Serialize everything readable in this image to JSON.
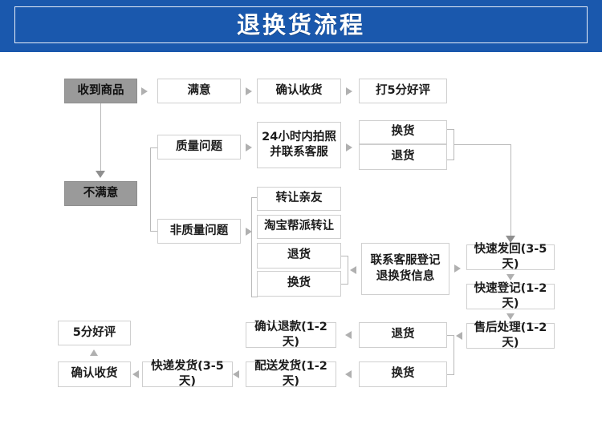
{
  "header": {
    "title": "退换货流程",
    "background_color": "#1a58ad",
    "text_color": "#ffffff"
  },
  "colors": {
    "banner_blue": "#1a58ad",
    "node_fill_gray": "#9a9a9a",
    "node_border": "#cfcfcf",
    "connector": "#b9b9b9",
    "text": "#1c1c1c"
  },
  "flow": {
    "nodes": {
      "received_goods": "收到商品",
      "satisfied": "满意",
      "confirm_receipt_top": "确认收货",
      "rate_five_stars": "打5分好评",
      "not_satisfied": "不满意",
      "quality_issue": "质量问题",
      "photo_contact_service": "24小时内拍照\n并联系客服",
      "exchange_q": "换货",
      "return_q": "退货",
      "non_quality_issue": "非质量问题",
      "transfer_friend": "转让亲友",
      "taobao_gang_transfer": "淘宝帮派转让",
      "return_nq": "退货",
      "exchange_nq": "换货",
      "contact_service_register": "联系客服登记\n退换货信息",
      "fast_send_back": "快速发回(3-5天)",
      "fast_register": "快速登记(1-2天)",
      "after_sales_process": "售后处理(1-2天)",
      "return_bottom": "退货",
      "exchange_bottom": "换货",
      "confirm_refund": "确认退款(1-2天)",
      "delivery_ship": "配送发货(1-2天)",
      "express_ship": "快递发货(3-5天)",
      "confirm_receipt_bottom": "确认收货",
      "five_star_review": "5分好评"
    }
  }
}
